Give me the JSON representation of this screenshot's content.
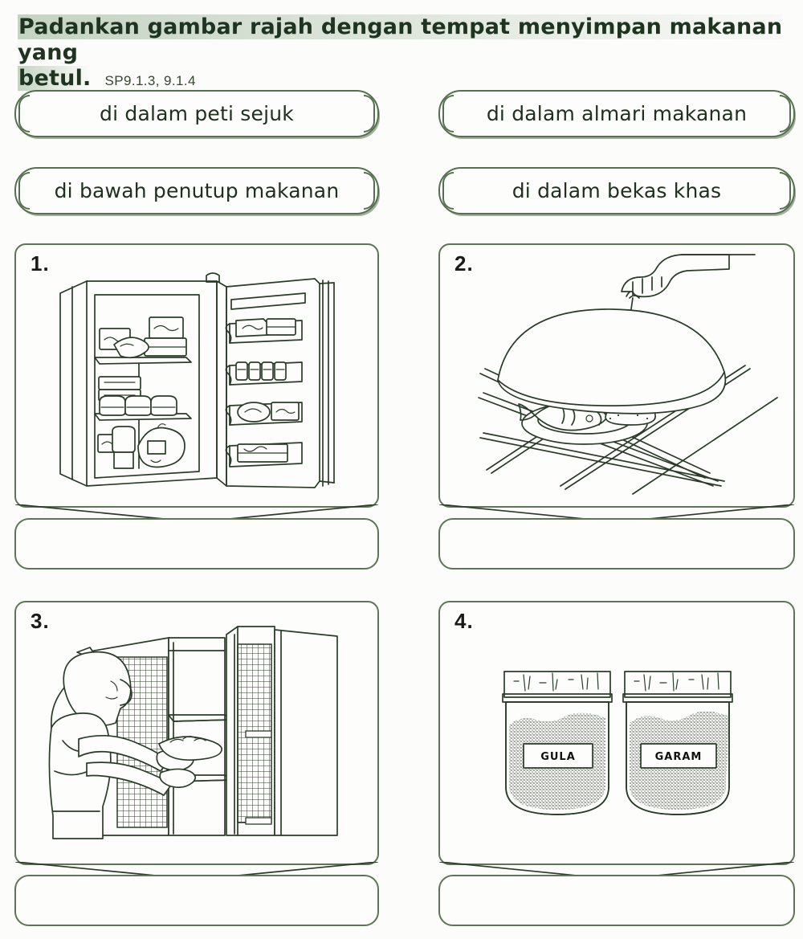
{
  "worksheet": {
    "title_line1": "Padankan gambar rajah dengan tempat menyimpan makanan yang",
    "title_line2": "betul.",
    "sp_code": "SP9.1.3, 9.1.4",
    "accent_color": "#5d7556",
    "text_color": "#1e3320",
    "highlight_color": "#96b294",
    "background_color": "#fcfcfa"
  },
  "options": [
    {
      "label": "di dalam peti sejuk"
    },
    {
      "label": "di dalam almari makanan"
    },
    {
      "label": "di bawah penutup makanan"
    },
    {
      "label": "di dalam bekas khas"
    }
  ],
  "panels": [
    {
      "number": "1.",
      "picture": "open-refrigerator-with-food-on-shelves"
    },
    {
      "number": "2.",
      "picture": "hand-lifting-food-cover-over-plate-of-fish-and-rice"
    },
    {
      "number": "3.",
      "picture": "woman-placing-food-into-mesh-food-cabinet"
    },
    {
      "number": "4.",
      "picture": "two-labelled-storage-jars"
    }
  ],
  "jars": [
    {
      "label": "GULA"
    },
    {
      "label": "GARAM"
    }
  ],
  "answers": [
    {
      "value": ""
    },
    {
      "value": ""
    },
    {
      "value": ""
    },
    {
      "value": ""
    }
  ]
}
